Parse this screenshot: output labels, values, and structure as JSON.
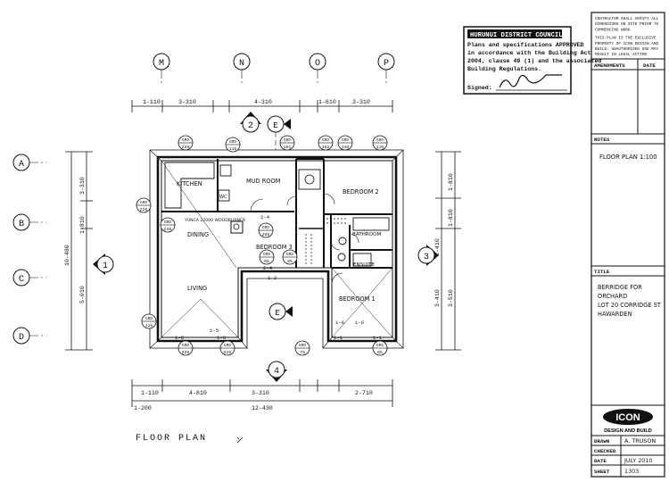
{
  "approval": {
    "line1": "HURUNUI DISTRICT COUNCIL",
    "line2": "Plans and specifications APPROVED",
    "line3": "in accordance with the Building Act",
    "line4": "2004, clause 49 (1) and the associated",
    "line5": "Building Regulations.",
    "signed_label": "Signed:"
  },
  "title_block": {
    "notice": [
      "CONTRACTOR SHALL VERIFY ALL",
      "DIMENSIONS ON SITE PRIOR TO",
      "COMMENCING WORK",
      "THIS PLAN IS THE EXCLUSIVE",
      "PROPERTY OF ICON DESIGN AND",
      "BUILD. UNAUTHORISED USE MAY",
      "RESULT IN LEGAL ACTION"
    ],
    "amendments_label": "AMENDMENTS",
    "date_label": "DATE",
    "notes_label": "NOTES",
    "notes_value": "FLOOR PLAN 1:100",
    "title_label": "TITLE",
    "title_lines": [
      "BERRIDGE FOR",
      "ORCHARD",
      "LOT 20 CORRIDGE ST",
      "HAWARDEN"
    ],
    "logo": "ICON",
    "tagline": "DESIGN AND BUILD",
    "drawn_label": "DRAWN",
    "drawn_value": "A. TRUSON",
    "checked_label": "CHECKED",
    "checked_value": "",
    "date_row_label": "DATE",
    "date_value": "JULY 2010",
    "sheet_label": "SHEET",
    "sheet_value": "1303"
  },
  "plan": {
    "caption": "FLOOR PLAN",
    "grid_top": [
      "M",
      "N",
      "O",
      "P"
    ],
    "grid_left": [
      "A",
      "B",
      "C",
      "D"
    ],
    "markers": {
      "left": "1",
      "right": "3",
      "top": "2",
      "bottom": "4",
      "e1": "E",
      "e2": "E"
    },
    "dims_top": [
      "1-110",
      "3-310",
      "4-310",
      "1-610",
      "3-310"
    ],
    "dims_bottom": [
      "1-110",
      "4-810",
      "3-310",
      "2-710"
    ],
    "overall_bottom": "12-430",
    "overall_left": "10-480",
    "bottom_far": "1-200",
    "dims_left": [
      "3-310",
      "1-810",
      "5-010"
    ],
    "dims_right": [
      "1-810",
      "1-810",
      "3-510",
      "3-410",
      "2-410"
    ],
    "rooms": {
      "kitchen": "KITCHEN",
      "mud_room": "MUD ROOM",
      "bed2": "BEDROOM 2",
      "bed3": "BEDROOM 3",
      "bed1": "BEDROOM 1",
      "bathroom": "BATHROOM",
      "ensuite": "ENSUITE",
      "dining": "DINING",
      "living": "LIVING",
      "wood_burner": "YUNCA 22000 WOODBURNER",
      "wc": "WC"
    },
    "door_tags": [
      "2-4",
      "2-4",
      "1-5",
      "1-2",
      "1-8",
      "1-8",
      "1-6",
      "1-6",
      "1-1",
      "1-1"
    ],
    "window_tags": [
      {
        "top": "GRD",
        "bottom": "226"
      },
      {
        "top": "GRD",
        "bottom": "115"
      },
      {
        "top": "GRD",
        "bottom": "181"
      },
      {
        "top": "GRD",
        "bottom": "162"
      },
      {
        "top": "GRD",
        "bottom": "146"
      },
      {
        "top": "GRD",
        "bottom": "115"
      },
      {
        "top": "GRD",
        "bottom": "226"
      },
      {
        "top": "GRD",
        "bottom": "246"
      },
      {
        "top": "GRD",
        "bottom": "265"
      },
      {
        "top": "GRD",
        "bottom": "65"
      },
      {
        "top": "GRD",
        "bottom": "65"
      },
      {
        "top": "GRD",
        "bottom": "115"
      },
      {
        "top": "GRD",
        "bottom": "226"
      },
      {
        "top": "GRD",
        "bottom": "226"
      },
      {
        "top": "GRD",
        "bottom": "75"
      },
      {
        "top": "GRD",
        "bottom": "65"
      }
    ]
  }
}
